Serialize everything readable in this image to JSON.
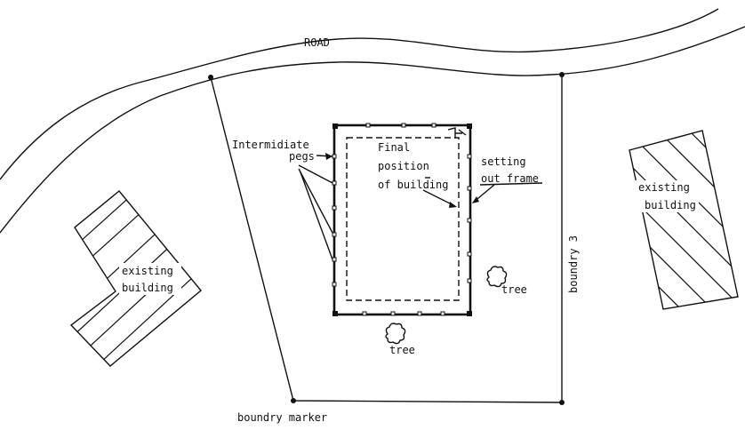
{
  "labels": {
    "road": "ROAD",
    "intermediate_pegs_line1": "Intermidiate",
    "intermediate_pegs_line2": "pegs",
    "final_position_line1": "Final",
    "final_position_line2": "position",
    "final_position_line3": "of building",
    "setting_out_line1": "setting",
    "setting_out_line2": "out frame",
    "existing_building_right_line1": "existing",
    "existing_building_right_line2": "building",
    "existing_building_left_line1": "existing",
    "existing_building_left_line2": "building",
    "boundary_side": "boundry 3",
    "boundary_marker": "boundry marker",
    "tree_right": "tree",
    "tree_bottom": "tree"
  },
  "colors": {
    "ink": "#111111",
    "paper": "#ffffff"
  }
}
